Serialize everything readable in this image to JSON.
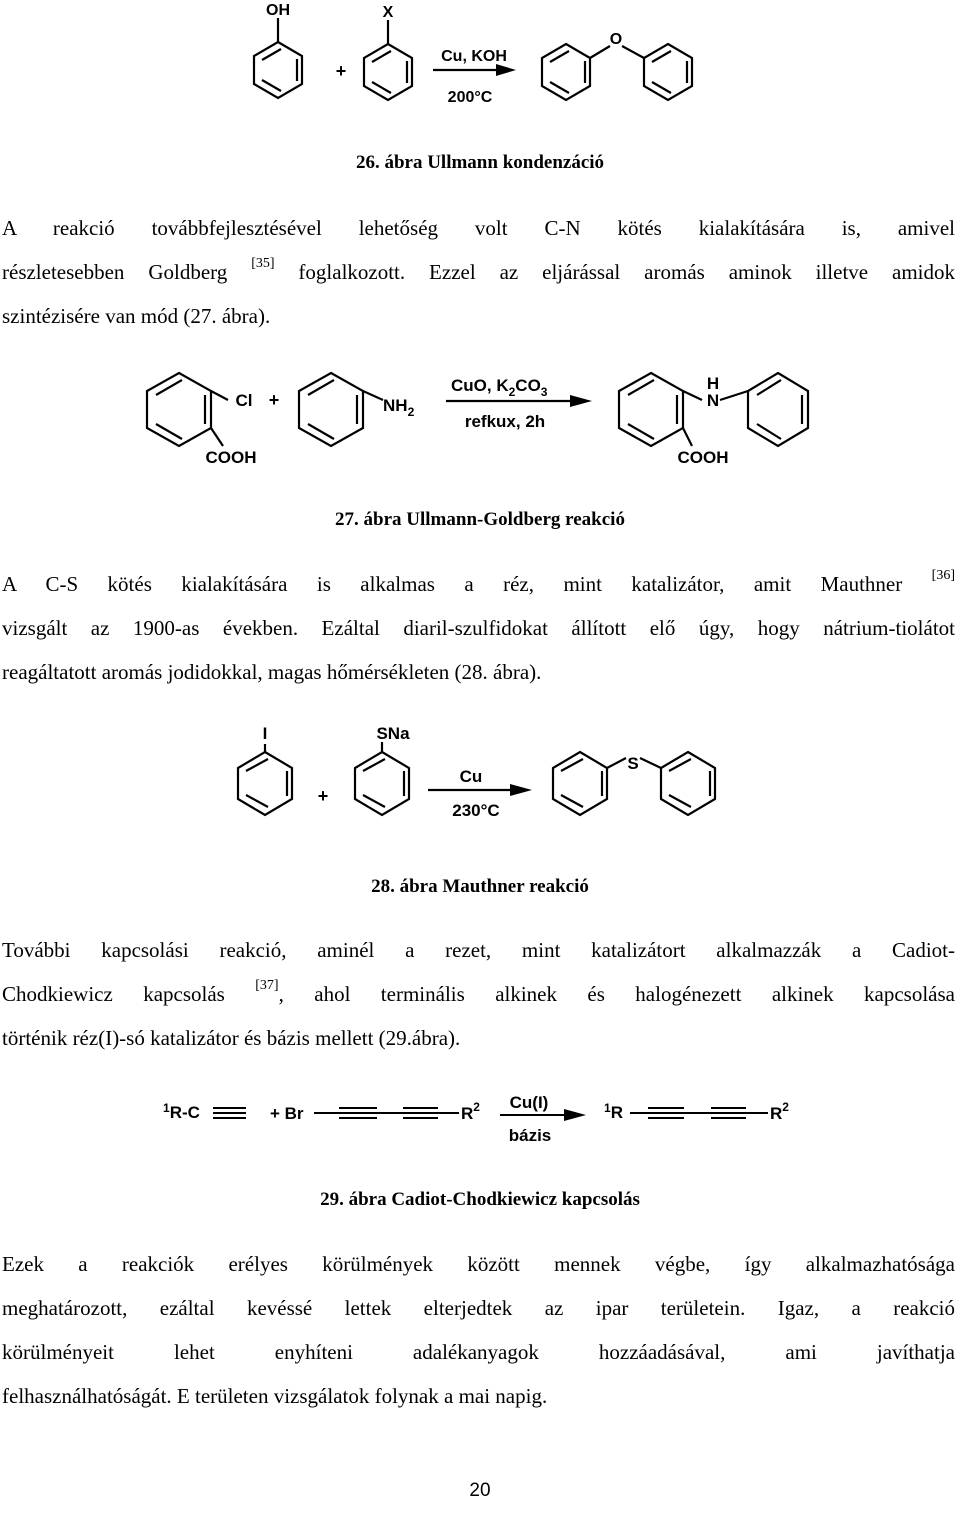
{
  "fig26": {
    "oh": "OH",
    "x": "X",
    "plus": "+",
    "reagent_top": "Cu, KOH",
    "reagent_bottom": "200°C",
    "o": "O",
    "caption": "26. ábra Ullmann kondenzáció"
  },
  "para1": {
    "l1": "A reakció továbbfejlesztésével lehetőség volt C-N kötés kialakítására is, amivel",
    "l2a": "részletesebben Goldberg ",
    "l2cite": "[35]",
    "l2b": " foglalkozott. Ezzel az eljárással aromás aminok illetve amidok",
    "l3": "szintézisére van mód (27. ábra)."
  },
  "fig27": {
    "cl": "Cl",
    "plus": "+",
    "nh": "NH",
    "nh_sub": "2",
    "reagent_a": "CuO, K",
    "reagent_sub1": "2",
    "reagent_b": "CO",
    "reagent_sub2": "3",
    "reagent_bottom": "refkux, 2h",
    "h": "H",
    "n": "N",
    "cooh": "COOH",
    "caption": "27. ábra Ullmann-Goldberg reakció"
  },
  "para2": {
    "l1a": "A C-S kötés kialakítására is alkalmas a réz, mint katalizátor, amit Mauthner ",
    "l1cite": "[36]",
    "l2": "vizsgált az 1900-as években. Ezáltal diaril-szulfidokat állított elő úgy, hogy nátrium-tiolátot",
    "l3": "reagáltatott aromás jodidokkal, magas hőmérsékleten (28. ábra)."
  },
  "fig28": {
    "i": "I",
    "sna": "SNa",
    "plus": "+",
    "reagent_top": "Cu",
    "reagent_bottom": "230°C",
    "s": "S",
    "caption": "28. ábra Mauthner reakció"
  },
  "para3": {
    "l1": "További kapcsolási reakció, aminél a rezet, mint katalizátort alkalmazzák a Cadiot-",
    "l2a": "Chodkiewicz kapcsolás ",
    "l2cite": "[37]",
    "l2b": ", ahol terminális alkinek és halogénezett alkinek kapcsolása",
    "l3": "történik réz(I)-só katalizátor és bázis mellett (29.ábra)."
  },
  "fig29": {
    "sup1": "1",
    "r1c": "R-C",
    "plus_br": "+ Br",
    "r2": "R",
    "sup2": "2",
    "reagent_top": "Cu(I)",
    "reagent_bottom": "bázis",
    "p_sup1": "1",
    "p_r1": "R",
    "p_r2": "R",
    "p_sup2": "2",
    "caption": "29. ábra Cadiot-Chodkiewicz kapcsolás"
  },
  "para4": {
    "l1": "Ezek a reakciók erélyes körülmények között mennek végbe, így alkalmazhatósága",
    "l2": "meghatározott, ezáltal kevéssé lettek elterjedtek az ipar területein. Igaz, a reakció",
    "l3": "körülményeit lehet enyhíteni adalékanyagok hozzáadásával, ami javíthatja",
    "l4": "felhasználhatóságát. E területen vizsgálatok folynak a mai napig."
  },
  "page_number": "20"
}
